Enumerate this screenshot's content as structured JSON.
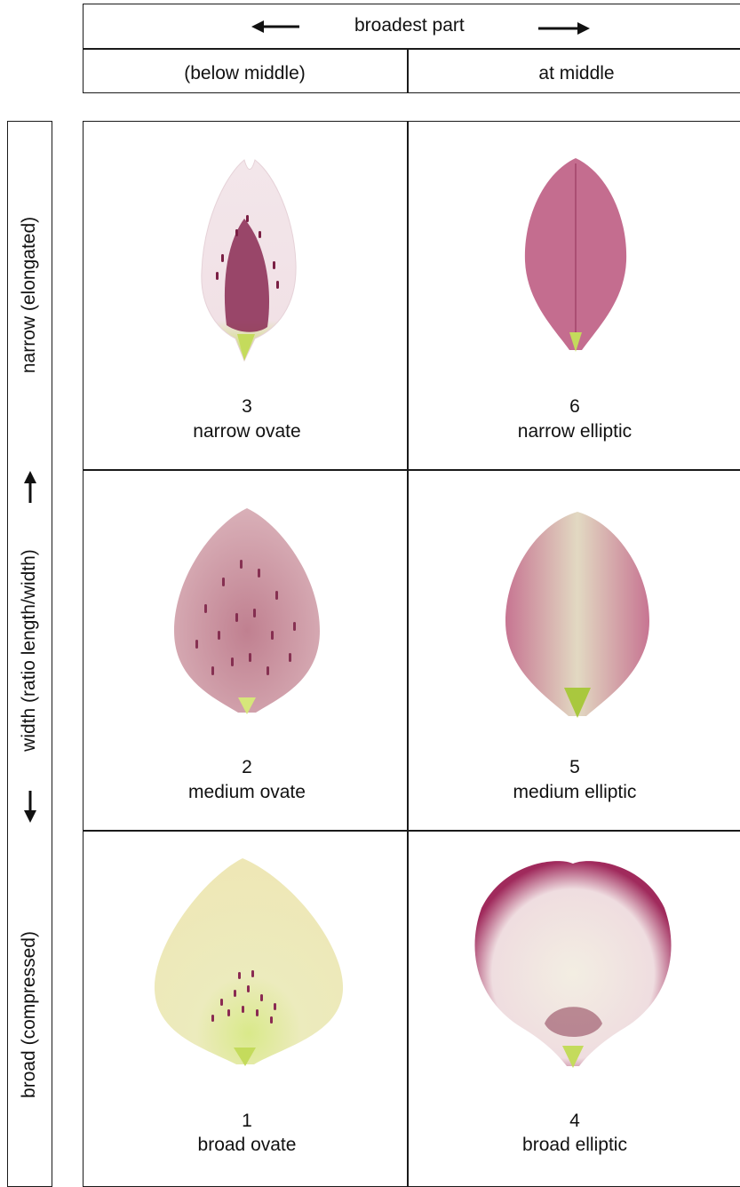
{
  "header": {
    "broadest_part": "broadest part",
    "col_left": "(below middle)",
    "col_right": "at middle"
  },
  "side": {
    "top_label": "narrow (elongated)",
    "middle_label": "width (ratio length/width)",
    "bottom_label": "broad (compressed)"
  },
  "cells": [
    {
      "number": "3",
      "name": "narrow ovate"
    },
    {
      "number": "6",
      "name": "narrow elliptic"
    },
    {
      "number": "2",
      "name": "medium ovate"
    },
    {
      "number": "5",
      "name": "medium elliptic"
    },
    {
      "number": "1",
      "name": "broad ovate"
    },
    {
      "number": "4",
      "name": "broad elliptic"
    }
  ],
  "colors": {
    "border": "#1a1a1a",
    "petal_pink": "#c97a97",
    "petal_dark": "#7a1f44",
    "petal_cream": "#eee9b8",
    "petal_base": "#b8d84a"
  }
}
